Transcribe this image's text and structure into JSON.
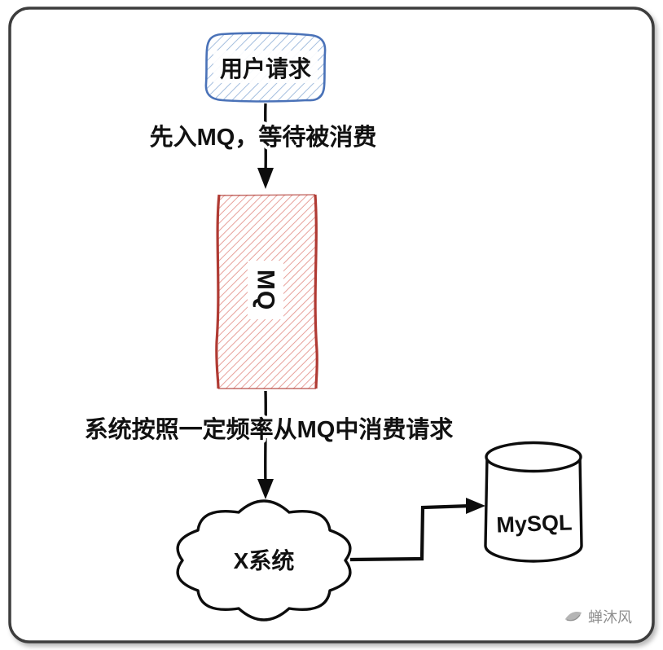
{
  "nodes": {
    "user_request": {
      "label": "用户请求"
    },
    "mq": {
      "label": "MQ"
    },
    "x_system": {
      "label": "X系统"
    },
    "mysql": {
      "label": "MySQL"
    }
  },
  "edges": {
    "user_to_mq": {
      "label": "先入MQ，等待被消费"
    },
    "mq_to_system": {
      "label": "系统按照一定频率从MQ中消费请求"
    }
  },
  "watermark": {
    "text": "蝉沐风"
  },
  "colors": {
    "frame_stroke": "#3d3d3d",
    "user_box_stroke": "#4a72b8",
    "user_box_hatch": "#a4bede",
    "mq_stroke": "#b03a33",
    "mq_hatch": "#e7a19b",
    "arrow": "#0d0d0d",
    "watermark": "#8f8f8f"
  }
}
